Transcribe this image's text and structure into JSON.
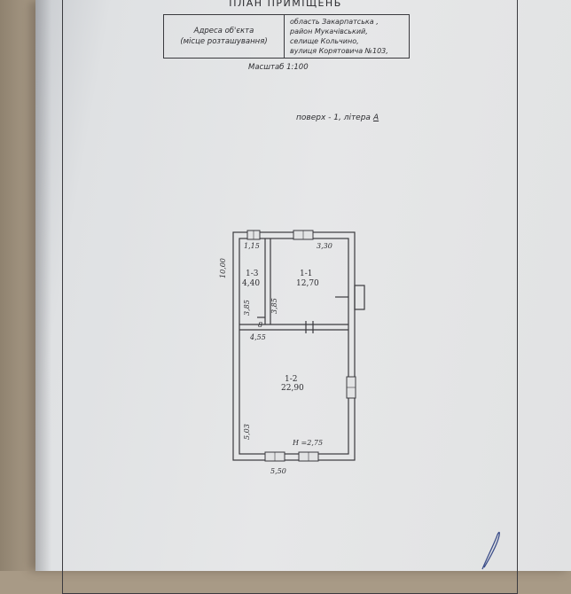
{
  "header": {
    "title": "ПЛАН ПРИМІЩЕНЬ"
  },
  "address": {
    "label_line1": "Адреса об'єкта",
    "label_line2": "(місце розташування)",
    "value_lines": [
      "область Закарпатська ,",
      "район Мукачівський,",
      "селище Кольчино,",
      "вулиця Корятовича №103,"
    ]
  },
  "scale": {
    "label": "Масштаб",
    "value": "1:100"
  },
  "floor": {
    "text": "поверх - 1,  літера",
    "letter": "А"
  },
  "plan": {
    "overall_height": "10,00",
    "overall_width": "5,50",
    "rooms": [
      {
        "id": "1-1",
        "area": "12,70"
      },
      {
        "id": "1-2",
        "area": "22,90"
      },
      {
        "id": "1-3",
        "area": "4,40"
      }
    ],
    "dims": {
      "top_small": "1,15",
      "top_large": "3,30",
      "small_room_height": "3,85",
      "room_height": "3,85",
      "mid_width": "4,55",
      "lower_height": "5,03",
      "ceiling": "Н =2,75",
      "corridor": "8"
    }
  }
}
